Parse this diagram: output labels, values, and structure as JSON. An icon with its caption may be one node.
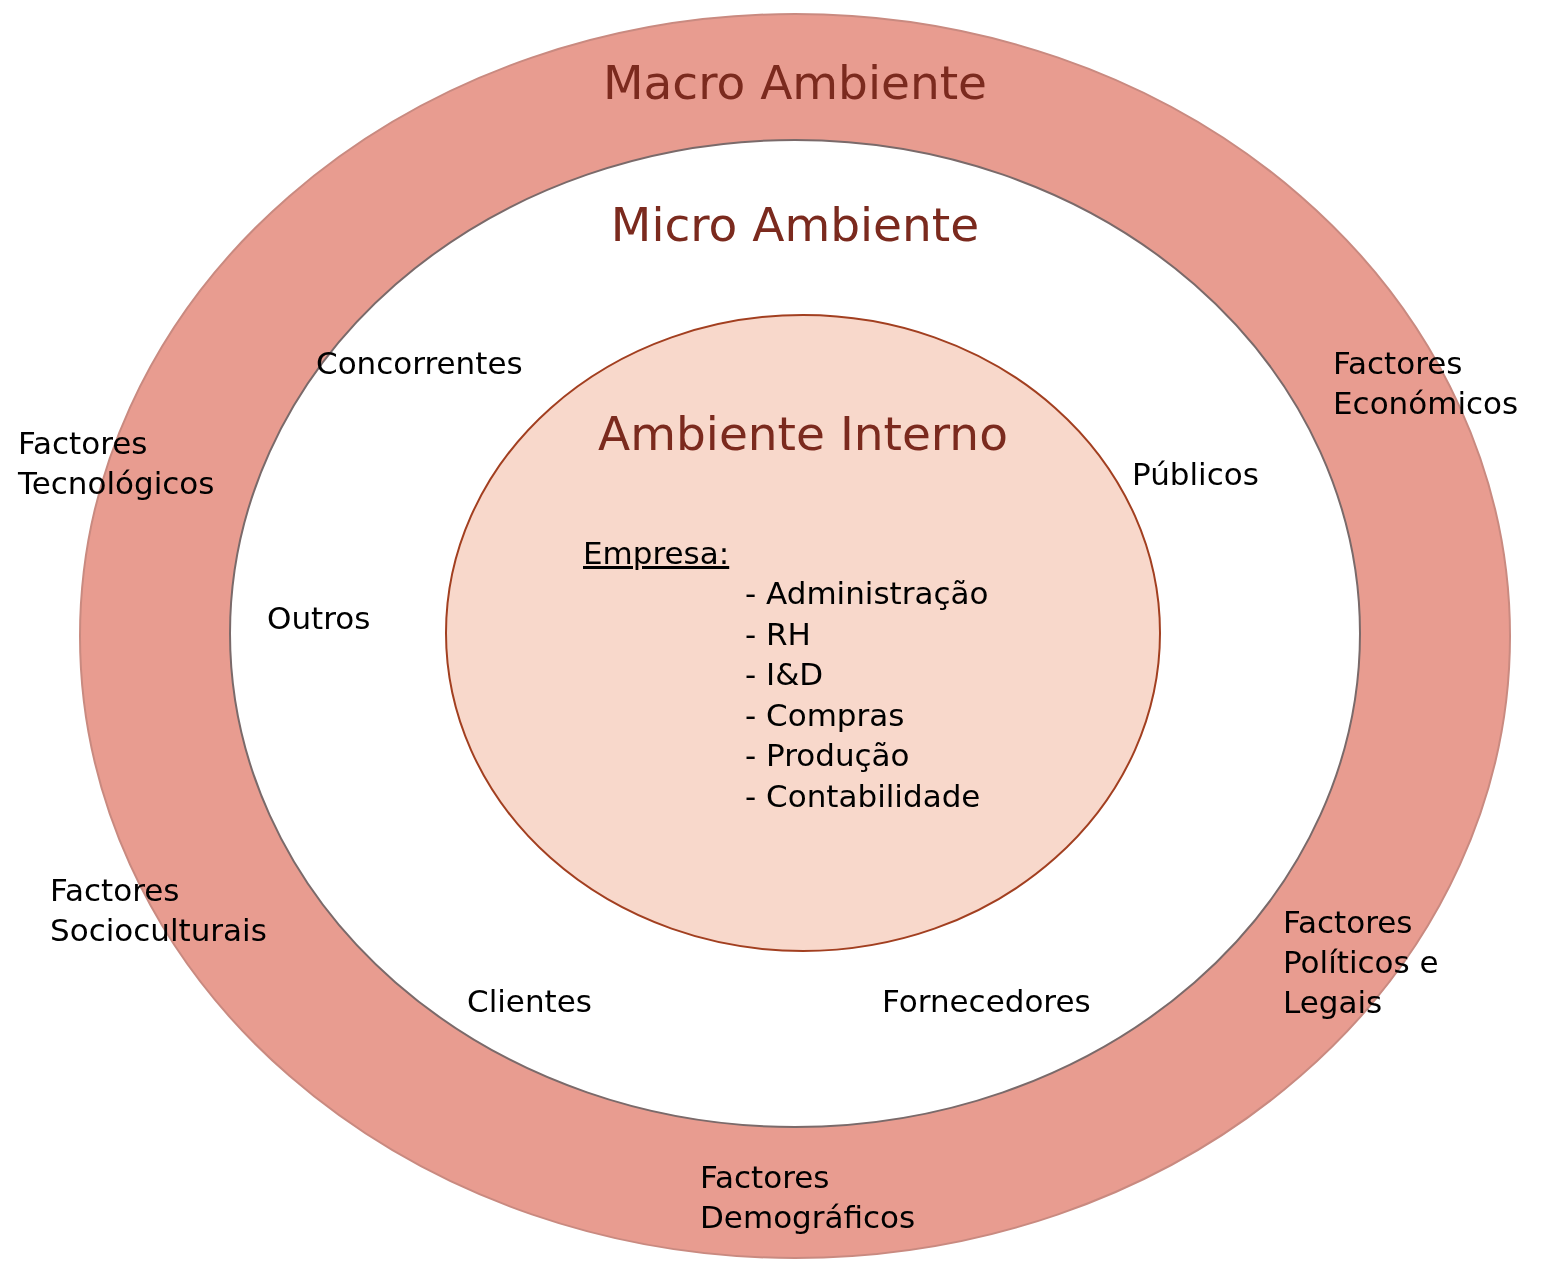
{
  "diagram": {
    "nodes": [
      {
        "text": [
          "Macro Ambiente"
        ]
      },
      {
        "text": [
          "Micro Ambiente"
        ],
        "in": 0
      },
      {
        "text": [
          "Ambiente Interno",
          "Empresa:",
          "- Administração",
          "- RH",
          "- I&D",
          "- Compras",
          "- Produção",
          "- Contabilidade"
        ],
        "in": 1
      }
    ],
    "labels": [
      "Factores Económicos",
      "Concorrentes",
      "Factores Tecnológicos",
      "Públicos",
      "Outros",
      "Factores Socioculturais",
      "Factores Políticos e Legais",
      "Clientes",
      "Fornecedores",
      "Factores Demográficos"
    ]
  }
}
